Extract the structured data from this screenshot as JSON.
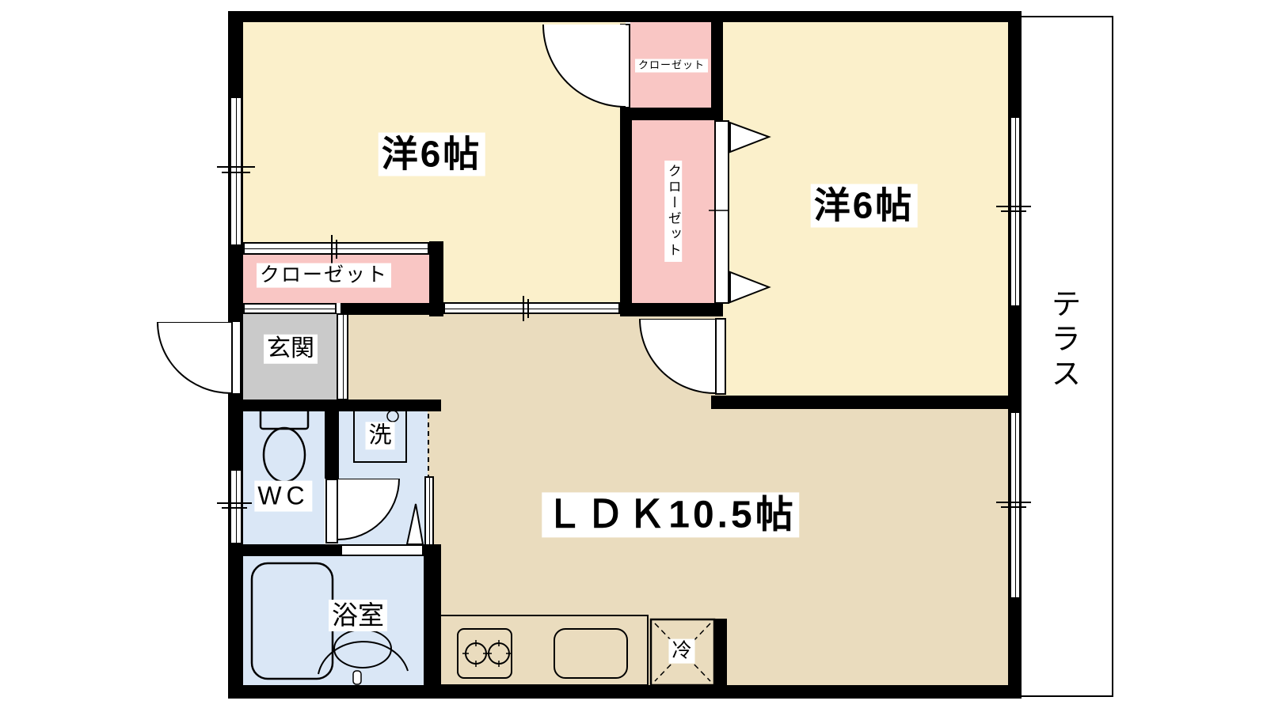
{
  "rooms": {
    "left_bedroom": {
      "label": "洋6帖"
    },
    "right_bedroom": {
      "label": "洋6帖"
    },
    "ldk": {
      "label": "ＬＤＫ10.5帖"
    },
    "entrance": {
      "label": "玄関"
    },
    "toilet": {
      "label": "WC"
    },
    "laundry": {
      "label": "洗"
    },
    "bathroom": {
      "label": "浴室"
    },
    "closet_top": {
      "label": "クローゼット"
    },
    "closet_right": {
      "label": "クローゼット"
    },
    "closet_left": {
      "label": "クローゼット"
    },
    "refrigerator": {
      "label": "冷"
    },
    "terrace": {
      "label": "テラス"
    }
  },
  "colors": {
    "wall": "#000000",
    "bedroom_floor": "#FBF0CB",
    "closet_floor": "#F9C6C4",
    "ldk_floor": "#EADCBE",
    "entrance_floor": "#CACACA",
    "wet_area_floor": "#DAE7F6",
    "background": "#FFFFFF"
  }
}
